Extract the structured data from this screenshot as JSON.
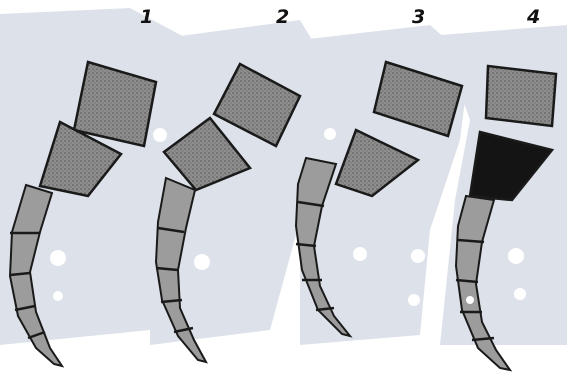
{
  "panels": [
    {
      "label": "1",
      "wedge_fill": "#9a9a9a"
    },
    {
      "label": "2",
      "wedge_fill": "#9a9a9a"
    },
    {
      "label": "3",
      "wedge_fill": "#9a9a9a"
    },
    {
      "label": "4",
      "wedge_fill": "#141414"
    }
  ],
  "colors": {
    "background_blob": "#dde2ea",
    "vertebra_fill": "#9c9c9c",
    "vertebra_inner": "#6f6f6f",
    "outline": "#1a1a1a",
    "page": "#ffffff"
  }
}
